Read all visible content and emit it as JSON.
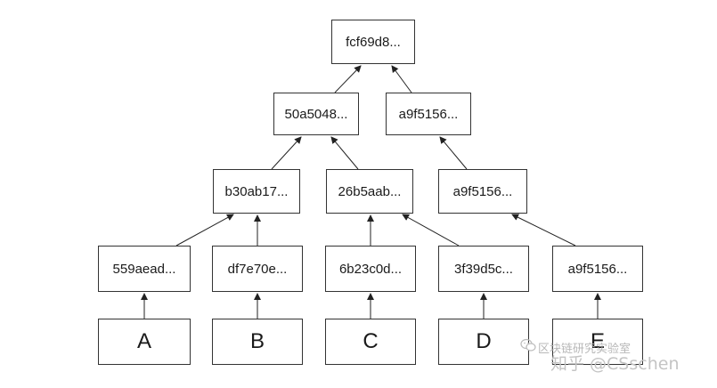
{
  "tree": {
    "root": "fcf69d8...",
    "level1": [
      "50a5048...",
      "a9f5156..."
    ],
    "level2": [
      "b30ab17...",
      "26b5aab...",
      "a9f5156..."
    ],
    "hashes": [
      "559aead...",
      "df7e70e...",
      "6b23c0d...",
      "3f39d5c...",
      "a9f5156..."
    ],
    "leaves": [
      "A",
      "B",
      "C",
      "D",
      "E"
    ]
  },
  "watermark": {
    "line1": "区块链研究实验室",
    "line2": "知乎 @CSschen",
    "icon": "wechat-icon"
  },
  "colors": {
    "stroke": "#333333",
    "watermark": "#bbbbbb"
  }
}
